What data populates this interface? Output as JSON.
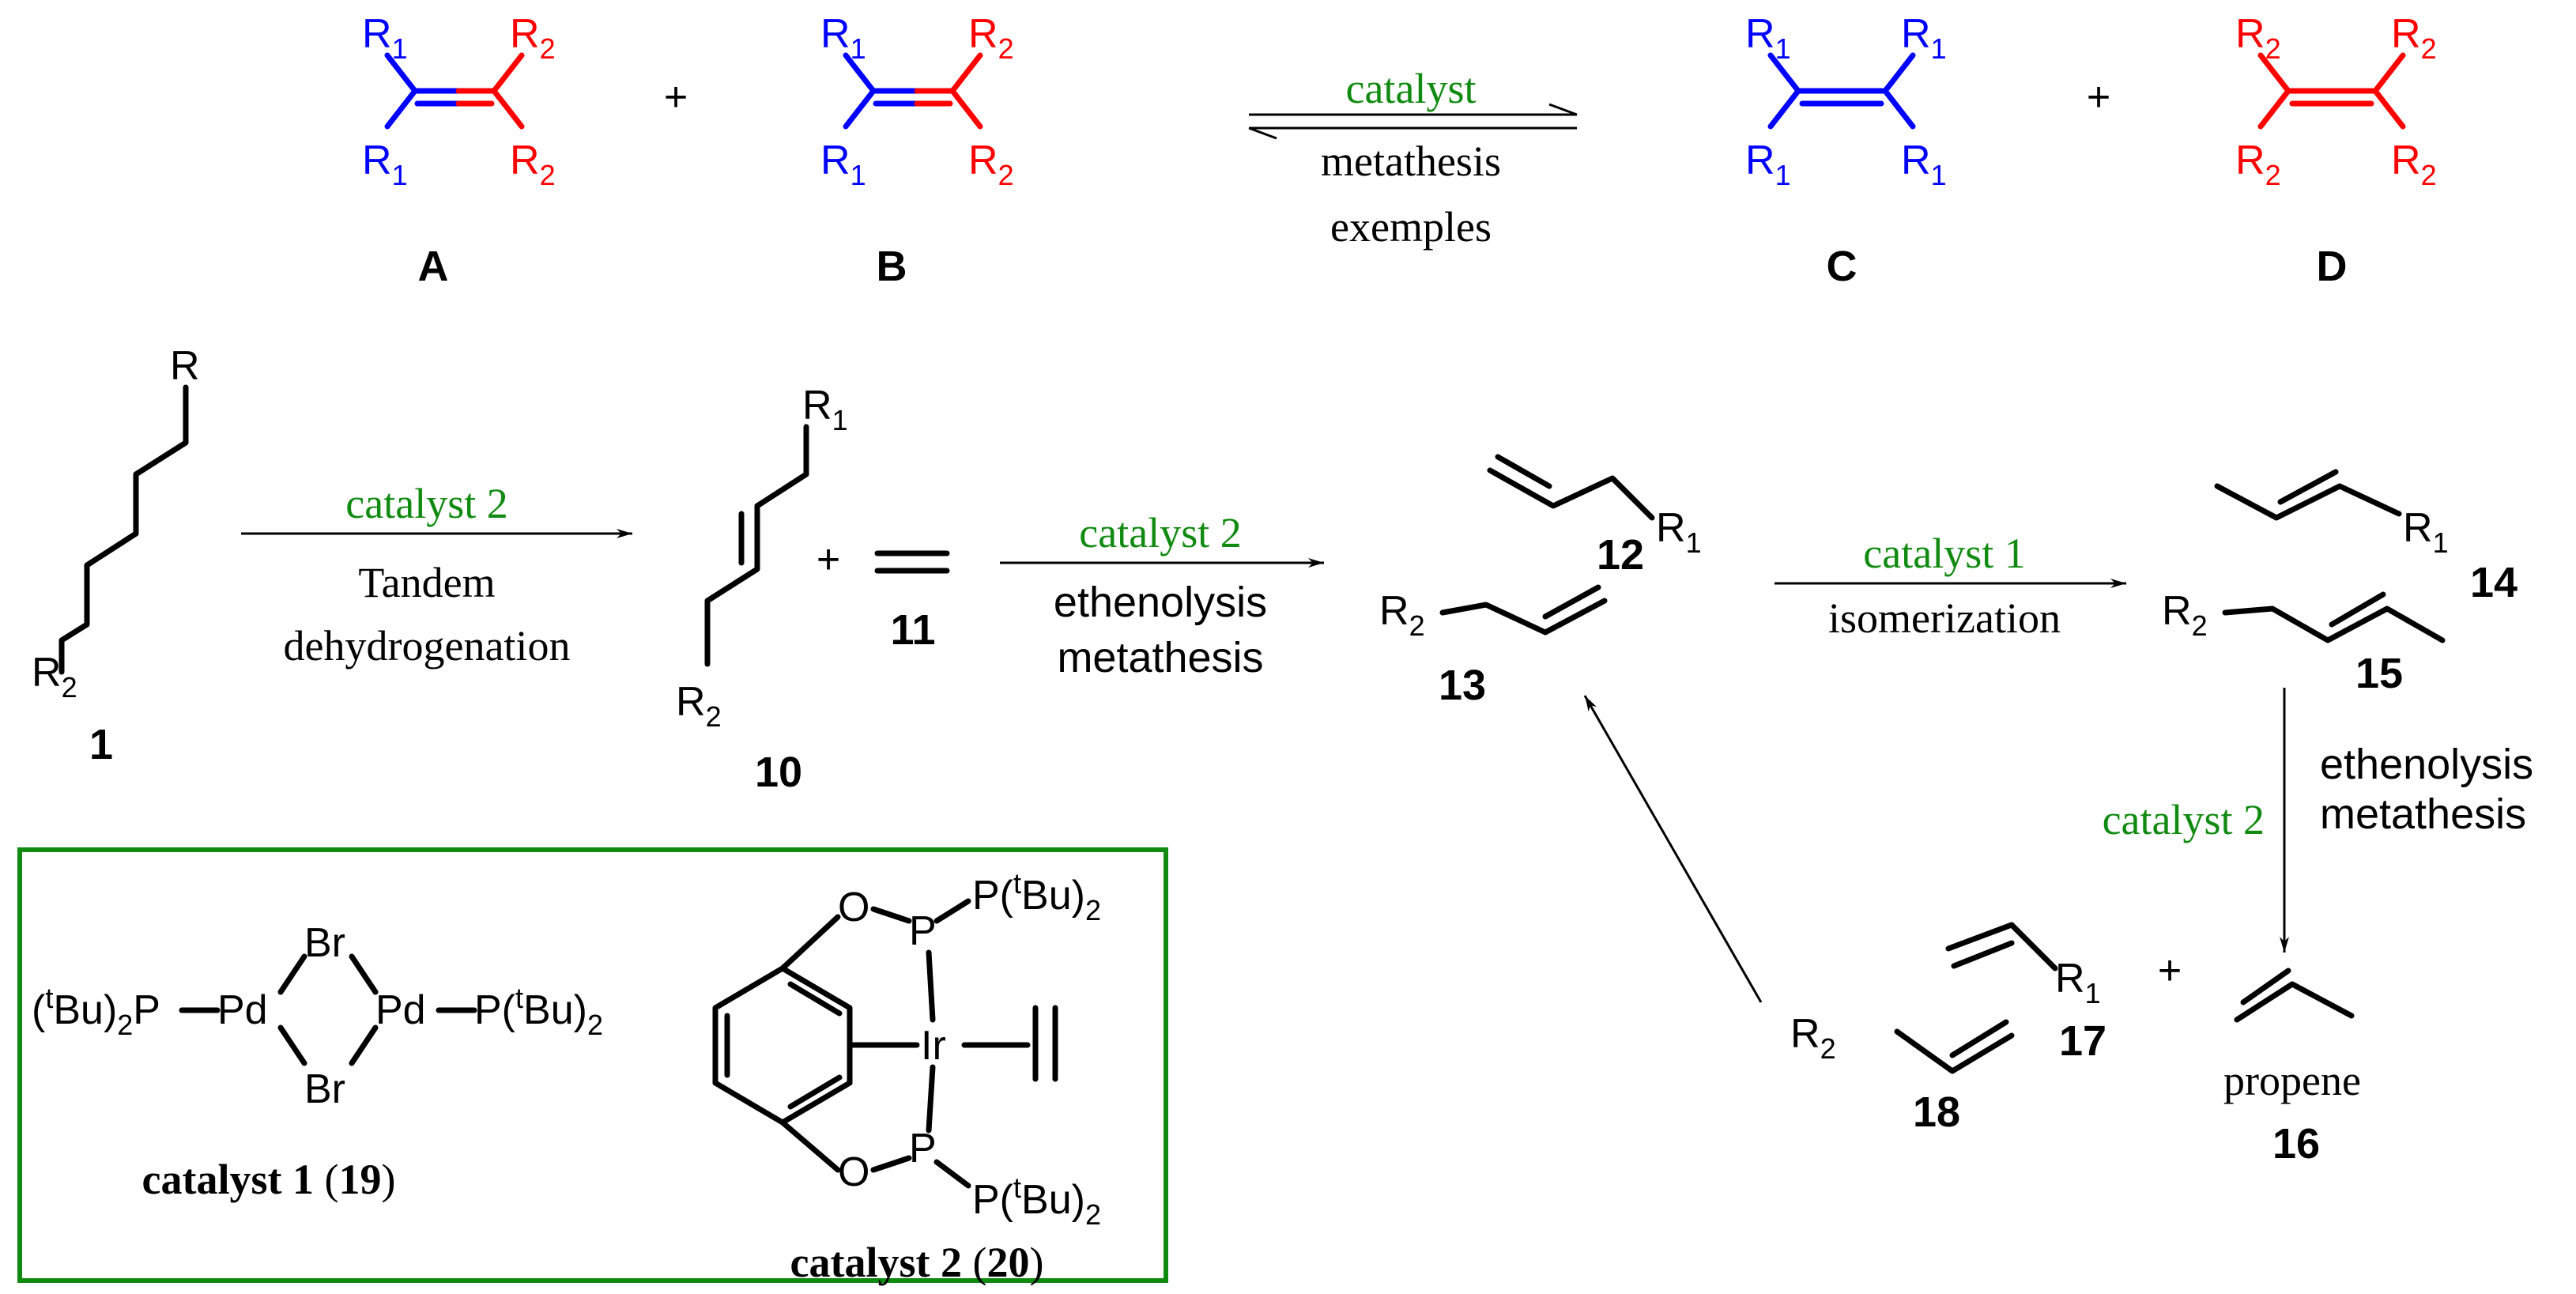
{
  "colors": {
    "r1_fragment": "#0000ff",
    "r2_fragment": "#ff0000",
    "catalyst_text": "#108a10",
    "catalyst_box_border": "#108a10",
    "bonds": "#000000"
  },
  "top_scheme": {
    "plus": "+",
    "arrow_top": "catalyst",
    "arrow_bottom_1": "metathesis",
    "arrow_bottom_2": "exemples",
    "labels": {
      "A": "A",
      "B": "B",
      "C": "C",
      "D": "D"
    },
    "substituents": {
      "r": "R",
      "r1_sub": "1",
      "r2_sub": "2"
    }
  },
  "cascade": {
    "c1": {
      "label": "1",
      "top": "R",
      "bottom_r": "R",
      "bottom_sub": "2"
    },
    "arrow1": {
      "top": "catalyst 2",
      "bottom_1": "Tandem",
      "bottom_2": "dehydrogenation"
    },
    "c10": {
      "label": "10"
    },
    "c11": {
      "label": "11"
    },
    "plus": "+",
    "arrow2": {
      "top": "catalyst 2",
      "bottom_1": "ethenolysis",
      "bottom_2": "metathesis"
    },
    "c12": {
      "label": "12"
    },
    "c13": {
      "label": "13"
    },
    "arrow3": {
      "top": "catalyst 1",
      "bottom": "isomerization"
    },
    "c14": {
      "label": "14"
    },
    "c15": {
      "label": "15"
    },
    "arrow4": {
      "left": "catalyst 2",
      "right_1": "ethenolysis",
      "right_2": "metathesis"
    },
    "c16": {
      "label": "16",
      "name": "propene"
    },
    "c17": {
      "label": "17"
    },
    "c18": {
      "label": "18"
    }
  },
  "catalyst_box": {
    "cat1": {
      "left_ligand": "(tBu)2P",
      "metal": "Pd",
      "bridge": "Br",
      "right_ligand": "P(tBu)2",
      "caption_name": "catalyst 1",
      "caption_num": "19"
    },
    "cat2": {
      "metal": "Ir",
      "oxygen": "O",
      "phosphorus": "P",
      "ligand": "P(tBu)2",
      "caption_name": "catalyst 2",
      "caption_num": "20"
    }
  }
}
